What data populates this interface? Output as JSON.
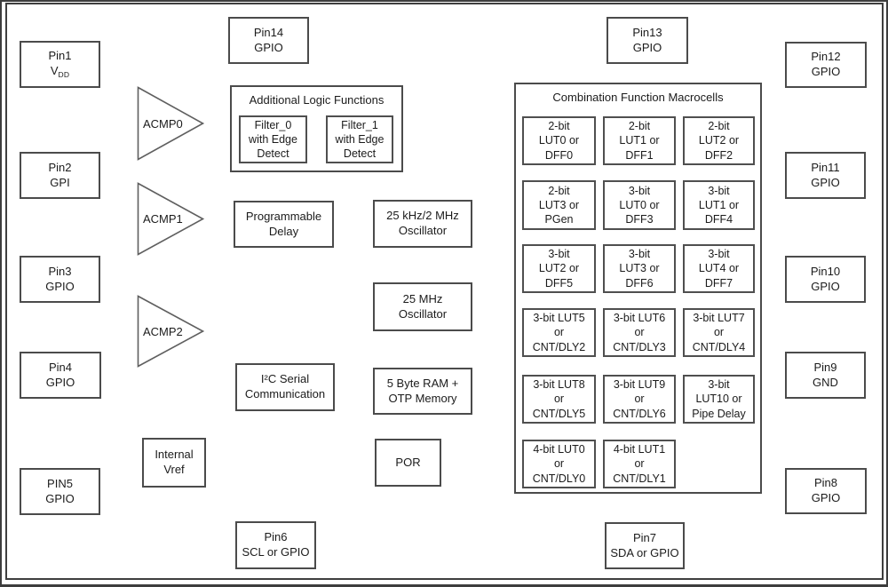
{
  "colors": {
    "frame_border": "#3d3d3d",
    "box_border": "#4b4b4b",
    "triangle_stroke": "#5f5f5f",
    "text": "#1b1b1b",
    "background": "#ffffff"
  },
  "pins": {
    "pin1": {
      "line1": "Pin1",
      "line2_main": "V",
      "line2_sub": "DD"
    },
    "pin2": {
      "line1": "Pin2",
      "line2": "GPI"
    },
    "pin3": {
      "line1": "Pin3",
      "line2": "GPIO"
    },
    "pin4": {
      "line1": "Pin4",
      "line2": "GPIO"
    },
    "pin5": {
      "line1": "PIN5",
      "line2": "GPIO"
    },
    "pin6": {
      "line1": "Pin6",
      "line2": "SCL or GPIO"
    },
    "pin7": {
      "line1": "Pin7",
      "line2": "SDA or GPIO"
    },
    "pin8": {
      "line1": "Pin8",
      "line2": "GPIO"
    },
    "pin9": {
      "line1": "Pin9",
      "line2": "GND"
    },
    "pin10": {
      "line1": "Pin10",
      "line2": "GPIO"
    },
    "pin11": {
      "line1": "Pin11",
      "line2": "GPIO"
    },
    "pin12": {
      "line1": "Pin12",
      "line2": "GPIO"
    },
    "pin13": {
      "line1": "Pin13",
      "line2": "GPIO"
    },
    "pin14": {
      "line1": "Pin14",
      "line2": "GPIO"
    }
  },
  "comparators": [
    {
      "label": "ACMP0"
    },
    {
      "label": "ACMP1"
    },
    {
      "label": "ACMP2"
    }
  ],
  "additional_logic": {
    "title": "Additional Logic Functions",
    "filters": [
      {
        "lines": [
          "Filter_0",
          "with Edge",
          "Detect"
        ]
      },
      {
        "lines": [
          "Filter_1",
          "with Edge",
          "Detect"
        ]
      }
    ]
  },
  "function_blocks": {
    "programmable_delay": {
      "lines": [
        "Programmable",
        "Delay"
      ]
    },
    "osc_25khz_2mhz": {
      "lines": [
        "25 kHz/2 MHz",
        "Oscillator"
      ]
    },
    "osc_25mhz": {
      "lines": [
        "25 MHz",
        "Oscillator"
      ]
    },
    "i2c": {
      "lines": [
        "I²C Serial",
        "Communication"
      ]
    },
    "ram_otp": {
      "lines": [
        "5 Byte RAM +",
        "OTP Memory"
      ]
    },
    "por": {
      "lines": [
        "POR"
      ]
    },
    "internal_vref": {
      "lines": [
        "Internal",
        "Vref"
      ]
    }
  },
  "macrocells": {
    "title": "Combination Function Macrocells",
    "cells": [
      {
        "lines": [
          "2-bit",
          "LUT0 or",
          "DFF0"
        ]
      },
      {
        "lines": [
          "2-bit",
          "LUT1 or",
          "DFF1"
        ]
      },
      {
        "lines": [
          "2-bit",
          "LUT2 or",
          "DFF2"
        ]
      },
      {
        "lines": [
          "2-bit",
          "LUT3 or",
          "PGen"
        ]
      },
      {
        "lines": [
          "3-bit",
          "LUT0 or",
          "DFF3"
        ]
      },
      {
        "lines": [
          "3-bit",
          "LUT1 or",
          "DFF4"
        ]
      },
      {
        "lines": [
          "3-bit",
          "LUT2 or",
          "DFF5"
        ]
      },
      {
        "lines": [
          "3-bit",
          "LUT3 or",
          "DFF6"
        ]
      },
      {
        "lines": [
          "3-bit",
          "LUT4 or",
          "DFF7"
        ]
      },
      {
        "lines": [
          "3-bit LUT5",
          "or",
          "CNT/DLY2"
        ]
      },
      {
        "lines": [
          "3-bit LUT6",
          "or",
          "CNT/DLY3"
        ]
      },
      {
        "lines": [
          "3-bit LUT7",
          "or",
          "CNT/DLY4"
        ]
      },
      {
        "lines": [
          "3-bit LUT8",
          "or",
          "CNT/DLY5"
        ]
      },
      {
        "lines": [
          "3-bit LUT9",
          "or",
          "CNT/DLY6"
        ]
      },
      {
        "lines": [
          "3-bit",
          "LUT10 or",
          "Pipe Delay"
        ]
      },
      {
        "lines": [
          "4-bit LUT0",
          "or",
          "CNT/DLY0"
        ]
      },
      {
        "lines": [
          "4-bit LUT1",
          "or",
          "CNT/DLY1"
        ]
      }
    ]
  }
}
